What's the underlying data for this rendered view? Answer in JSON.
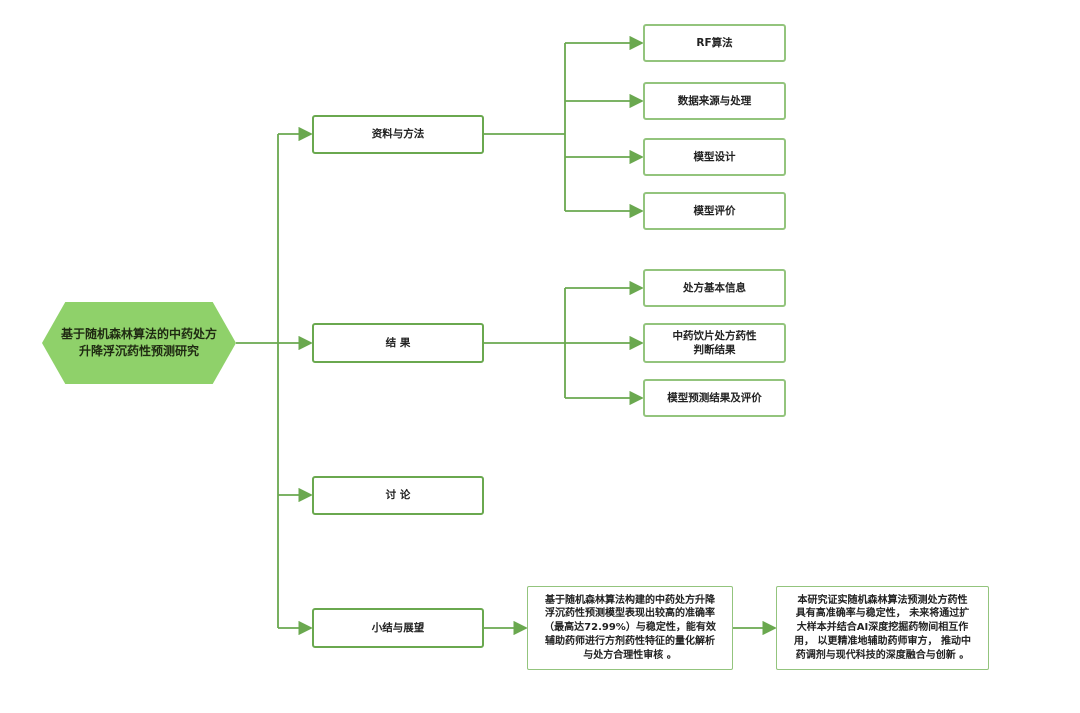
{
  "root": {
    "title_line1": "基于随机森林算法的中药处方",
    "title_line2": "升降浮沉药性预测研究"
  },
  "sections": {
    "methods": {
      "label": "资料与方法"
    },
    "results": {
      "label": "结 果"
    },
    "discussion": {
      "label": "讨 论"
    },
    "summary": {
      "label": "小结与展望"
    }
  },
  "methods_items": [
    "RF算法",
    "数据来源与处理",
    "模型设计",
    "模型评价"
  ],
  "results_items": {
    "basic_info": "处方基本信息",
    "herb_line1": "中药饮片处方药性",
    "herb_line2": "判断结果",
    "prediction": "模型预测结果及评价"
  },
  "summary_text1": [
    "基于随机森林算法构建的中药处方升降",
    "浮沉药性预测模型表现出较高的准确率",
    "（最高达72.99%）与稳定性，能有效",
    "辅助药师进行方剂药性特征的量化解析",
    "与处方合理性审核 。"
  ],
  "summary_text2": [
    "本研究证实随机森林算法预测处方药性",
    "具有高准确率与稳定性， 未来将通过扩",
    "大样本并结合AI深度挖掘药物间相互作",
    "用， 以更精准地辅助药师审方， 推动中",
    "药调剂与现代科技的深度融合与创新 。"
  ],
  "colors": {
    "line": "#6aa84f",
    "root_fill": "#8fd16a",
    "box_border": "#93c47d"
  }
}
